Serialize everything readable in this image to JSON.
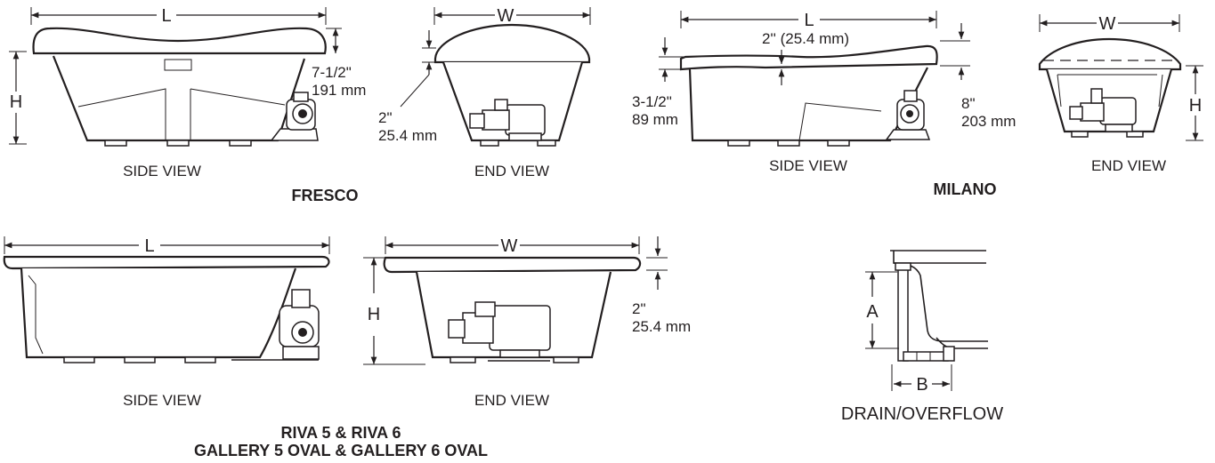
{
  "fresco": {
    "title": "FRESCO",
    "side_view": "SIDE VIEW",
    "end_view": "END VIEW",
    "L": "L",
    "W": "W",
    "H": "H",
    "depth_in": "7-1/2\"",
    "depth_mm": "191 mm",
    "rim_in": "2\"",
    "rim_mm": "25.4 mm"
  },
  "milano": {
    "title": "MILANO",
    "side_view": "SIDE VIEW",
    "end_view": "END VIEW",
    "L": "L",
    "W": "W",
    "H": "H",
    "rim_center": "2'' (25.4 mm)",
    "left_in": "3-1/2\"",
    "left_mm": "89 mm",
    "right_in": "8\"",
    "right_mm": "203 mm"
  },
  "riva": {
    "title_line1": "RIVA 5 & RIVA 6",
    "title_line2": "GALLERY 5 OVAL & GALLERY 6 OVAL",
    "side_view": "SIDE VIEW",
    "end_view": "END VIEW",
    "L": "L",
    "W": "W",
    "H": "H",
    "rim_in": "2\"",
    "rim_mm": "25.4 mm"
  },
  "drain": {
    "title": "DRAIN/OVERFLOW",
    "A": "A",
    "B": "B"
  }
}
